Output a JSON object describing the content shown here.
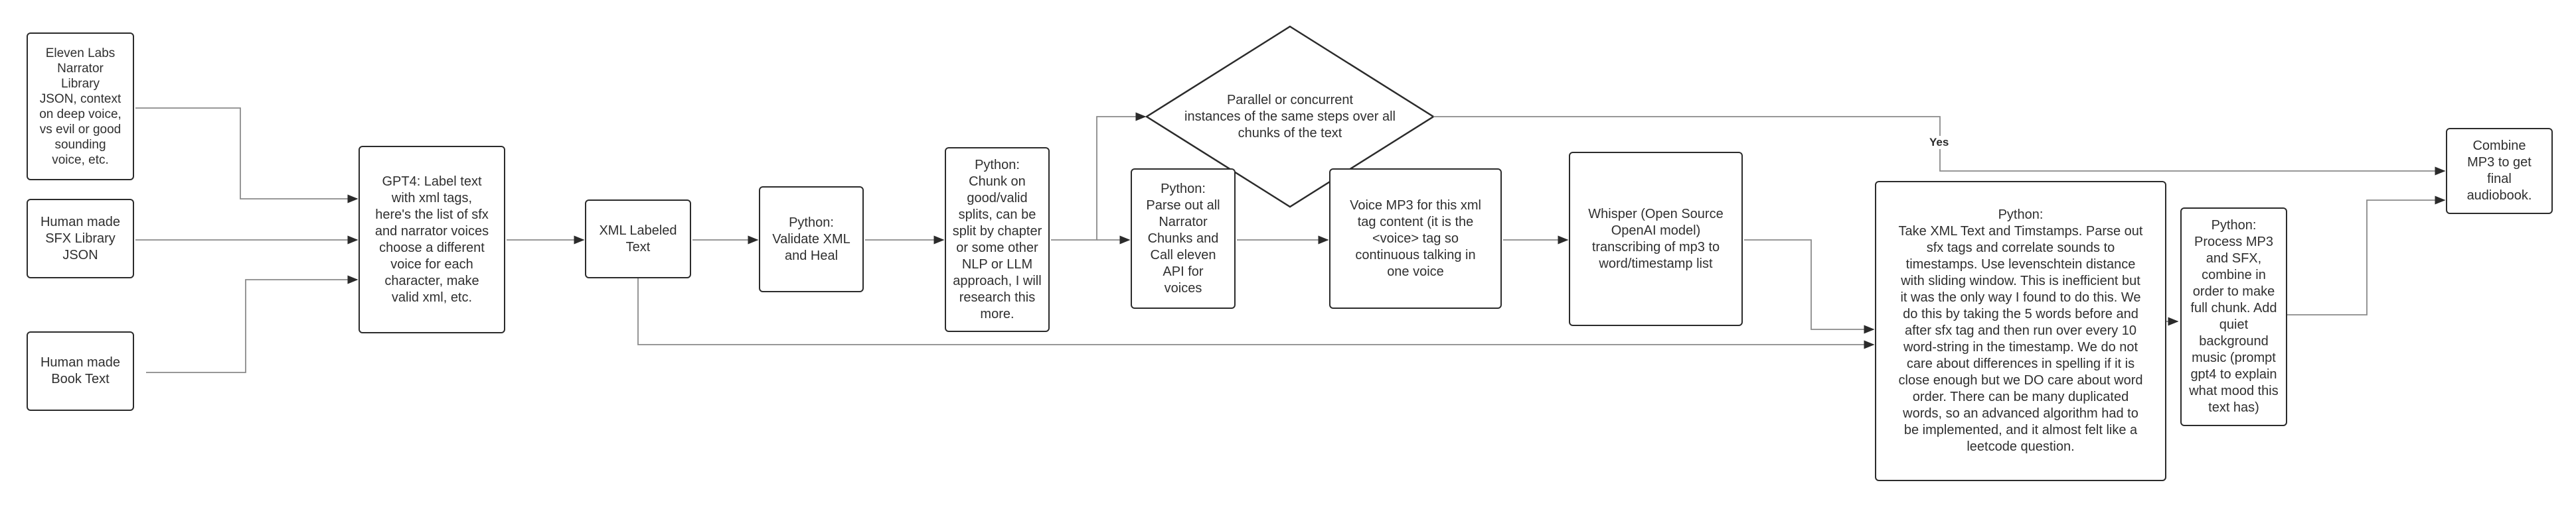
{
  "nodes": {
    "eleven_labs": "Eleven Labs\nNarrator\nLibrary\nJSON, context\non deep voice,\nvs evil or good\nsounding\nvoice, etc.",
    "sfx_library": "Human made\nSFX Library\nJSON",
    "book_text": "Human made\nBook Text",
    "gpt4_label": "GPT4: Label text\nwith xml tags,\nhere's the list of sfx\nand narrator voices\nchoose a different\nvoice for each\ncharacter, make\nvalid xml, etc.",
    "xml_labeled": "XML Labeled\nText",
    "validate_xml": "Python:\nValidate XML\nand Heal",
    "chunk": "Python:\nChunk on\ngood/valid\nsplits, can be\nsplit by chapter\nor some other\nNLP or LLM\napproach, I will\nresearch this\nmore.",
    "parallel": "Parallel or concurrent\ninstances of the same steps over all\nchunks of the text",
    "parse_narrator": "Python:\nParse out all\nNarrator\nChunks and\nCall eleven\nAPI for\nvoices",
    "voice_mp3": "Voice MP3 for this xml\ntag content (it is the\n<voice> tag so\ncontinuous talking in\none voice",
    "whisper": "Whisper (Open Source\nOpenAI model)\ntranscribing of mp3 to\nword/timestamp list",
    "xml_timestamps": "Python:\nTake XML Text and Timstamps.  Parse out\nsfx tags and correlate sounds to\ntimestamps.  Use levenschtein distance\nwith sliding window.  This is inefficient but\nit was the only way I found to do this.  We\ndo this by taking the 5 words before and\nafter sfx tag and then run over every 10\nword-string in the timestamp.  We do not\ncare about differences in spelling if it is\nclose enough but we DO care about word\norder.  There can be many duplicated\nwords, so an advanced algorithm had to\nbe implemented, and it almost felt like a\nleetcode question.",
    "process_mp3": "Python:\nProcess MP3\nand SFX,\ncombine in\norder to make\nfull chunk. Add\nquiet\nbackground\nmusic (prompt\ngpt4 to explain\nwhat mood this\ntext has)",
    "combine_mp3": "Combine\nMP3 to get\nfinal\naudiobook."
  },
  "edge_labels": {
    "yes": "Yes"
  },
  "colors": {
    "stroke": "#2b2b2b",
    "text": "#2f2f2f",
    "connector": "#8a8a8a"
  }
}
